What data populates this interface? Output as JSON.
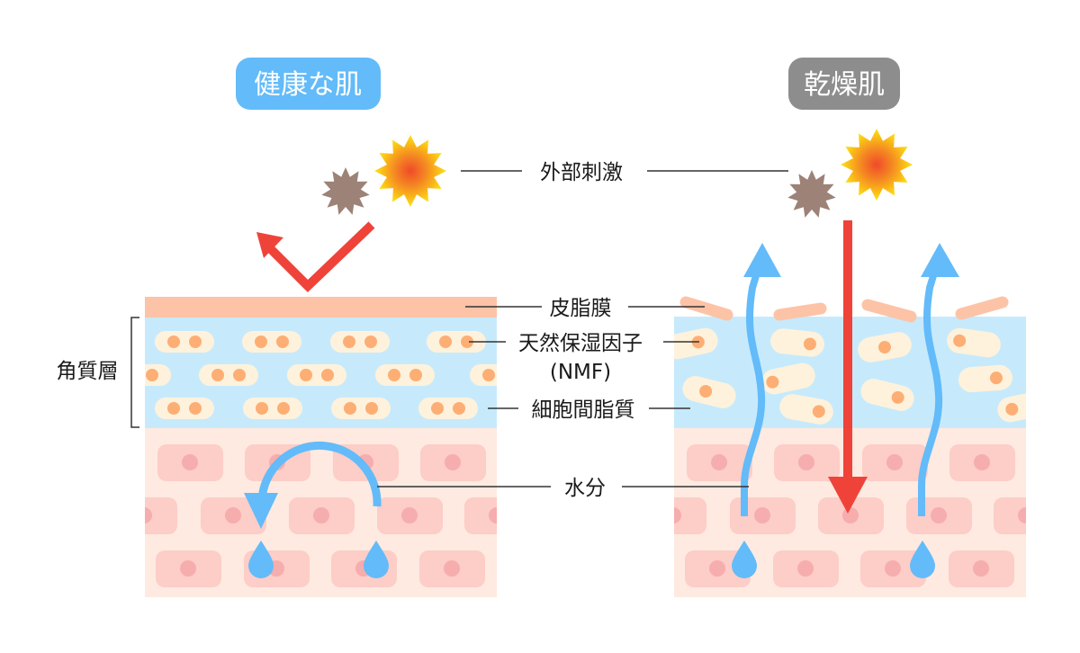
{
  "titles": {
    "healthy": "健康な肌",
    "dry": "乾燥肌"
  },
  "labels": {
    "external_stimulus": "外部刺激",
    "sebum_membrane": "皮脂膜",
    "nmf": "天然保湿因子",
    "nmf_abbr": "(NMF)",
    "intercellular_lipid": "細胞間脂質",
    "moisture": "水分",
    "stratum_corneum": "角質層"
  },
  "colors": {
    "healthy_badge": "#63bbf9",
    "dry_badge": "#8d8d8d",
    "sebum": "#fdc3a6",
    "stratum": "#c6eafc",
    "nmf_capsule": "#fef2dc",
    "nmf_dot": "#fdae74",
    "dermis_bg": "#feeae0",
    "cell": "#fdcdc7",
    "nucleus": "#f6adae",
    "water": "#63bbf9",
    "stimulus_arrow": "#ef433a",
    "dust": "#9c8277",
    "sun_inner": "#ef5a2a",
    "sun_outer": "#fde411",
    "leader_line": "#333333"
  }
}
